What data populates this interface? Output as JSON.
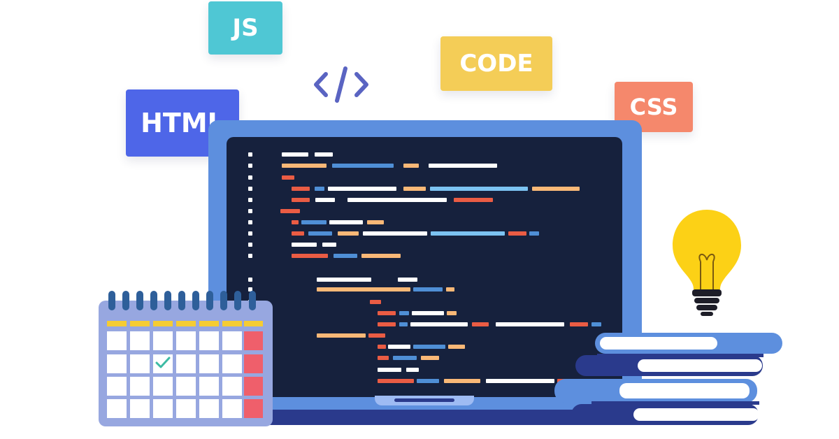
{
  "tags": {
    "js": "JS",
    "code": "CODE",
    "html": "HTML",
    "css": "CSS"
  },
  "code_symbol": "</>",
  "colors": {
    "js_tag": "#4fc7d4",
    "code_tag": "#f4cd57",
    "html_tag": "#4e66e8",
    "css_tag": "#f5886c",
    "laptop_frame": "#5d8fde",
    "screen": "#16213d",
    "code_white": "#ffffff",
    "code_orange": "#f9b877",
    "code_blue": "#4f8fd6",
    "code_light_blue": "#7cc3f2",
    "code_red": "#ea5c44",
    "calendar": "#97a7e0",
    "calendar_header": "#f5cc33",
    "calendar_weekend": "#ef5f6b",
    "check": "#3dbba4",
    "bulb": "#fcd116",
    "books_dark": "#2a3a8c",
    "books_light": "#5d8fde"
  },
  "icons": [
    "code-symbol-icon",
    "laptop-icon",
    "calendar-icon",
    "check-icon",
    "lightbulb-icon",
    "books-icon"
  ]
}
